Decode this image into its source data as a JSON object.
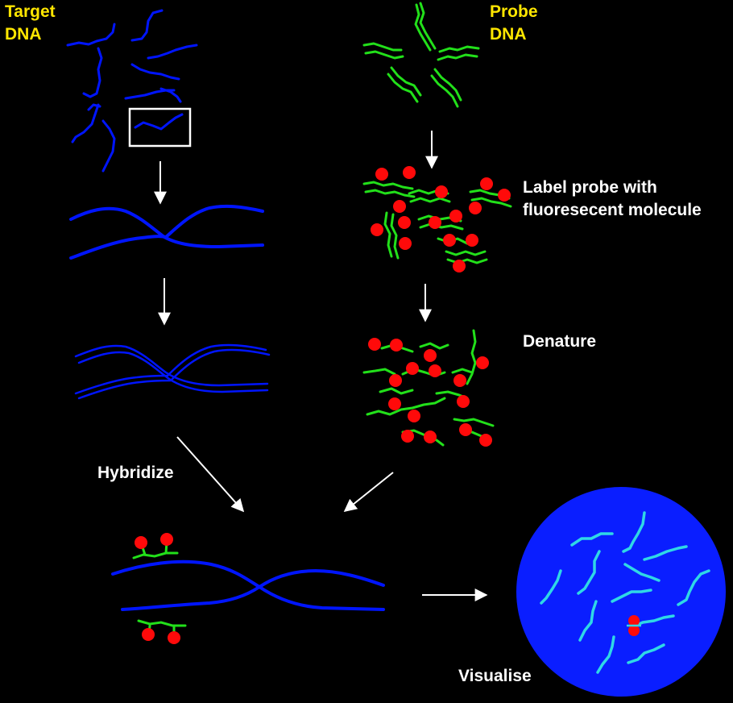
{
  "labels": {
    "target_line1": "Target",
    "target_line2": "DNA",
    "probe_line1": "Probe",
    "probe_line2": "DNA",
    "label_probe_line1": "Label probe with",
    "label_probe_line2": "fluoresecent molecule",
    "denature": "Denature",
    "hybridize": "Hybridize",
    "visualise": "Visualise"
  },
  "colors": {
    "background": "#000000",
    "target_dna": "#0015FF",
    "probe_dna": "#22E01A",
    "fluorescent_label": "#FF0A0A",
    "nucleus": "#0A1EFF",
    "chromosome_view": "#2FD8E6",
    "title_text": "#FFE600",
    "step_text": "#FFFFFF",
    "arrow": "#FFFFFF"
  }
}
